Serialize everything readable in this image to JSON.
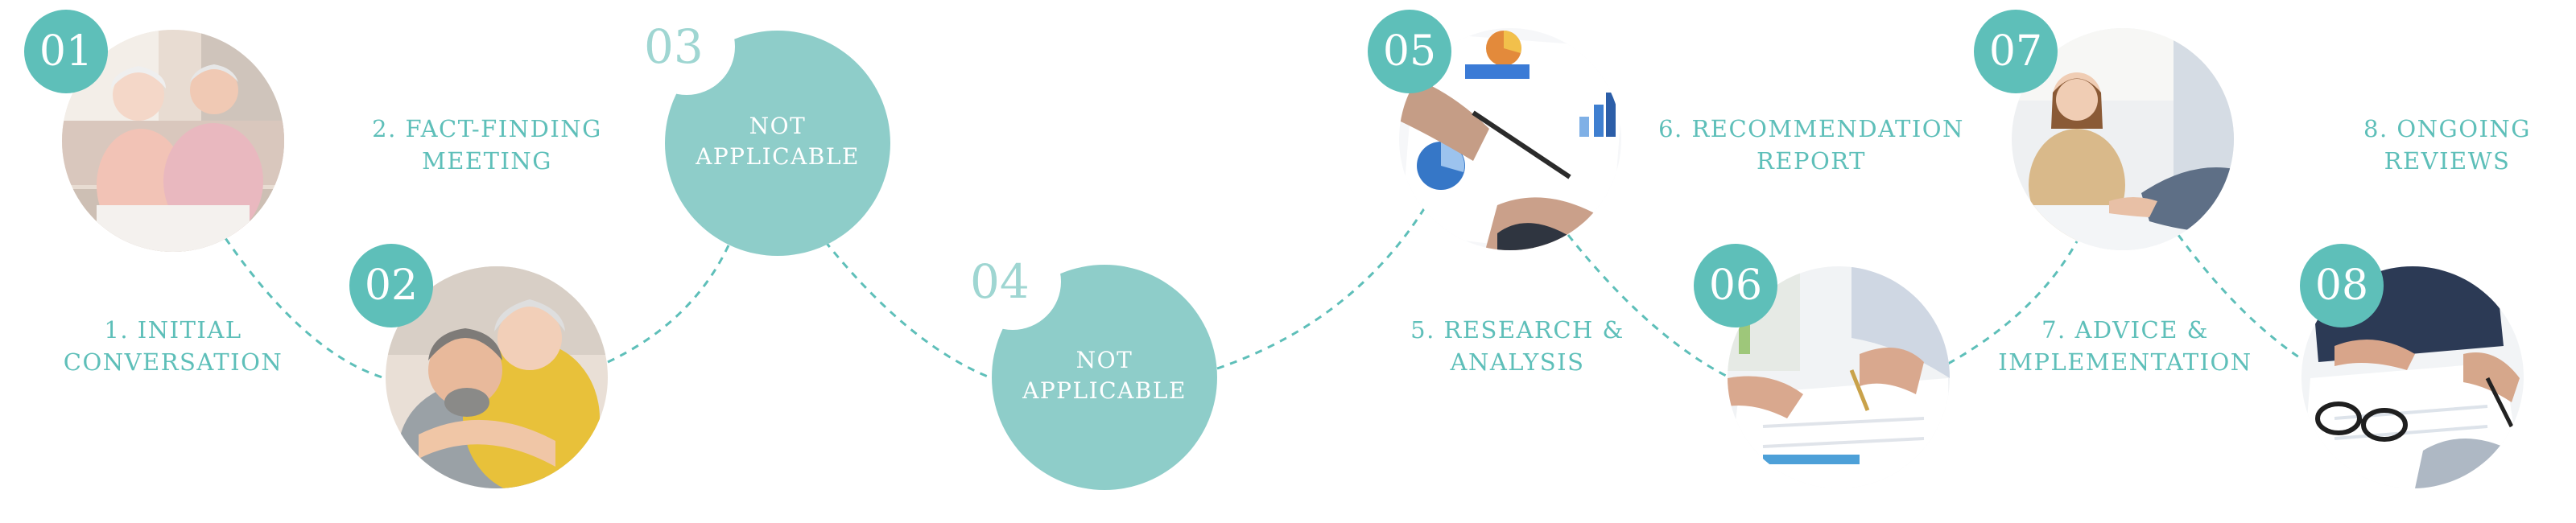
{
  "steps": [
    {
      "number": "01",
      "label_line1": "1. INITIAL",
      "label_line2": "CONVERSATION"
    },
    {
      "number": "02",
      "label_line1": "2. FACT-FINDING",
      "label_line2": "MEETING"
    },
    {
      "number": "03",
      "label_line1": "NOT",
      "label_line2": "APPLICABLE"
    },
    {
      "number": "04",
      "label_line1": "NOT",
      "label_line2": "APPLICABLE"
    },
    {
      "number": "05",
      "label_line1": "5. RESEARCH &",
      "label_line2": "ANALYSIS"
    },
    {
      "number": "06",
      "label_line1": "6. RECOMMENDATION",
      "label_line2": "REPORT"
    },
    {
      "number": "07",
      "label_line1": "7. ADVICE &",
      "label_line2": "IMPLEMENTATION"
    },
    {
      "number": "08",
      "label_line1": "8. ONGOING",
      "label_line2": "REVIEWS"
    }
  ],
  "colors": {
    "accent": "#5ebfb9",
    "placeholder_circle": "#8ecdc9",
    "ghost_number": "#9fd6d2"
  }
}
